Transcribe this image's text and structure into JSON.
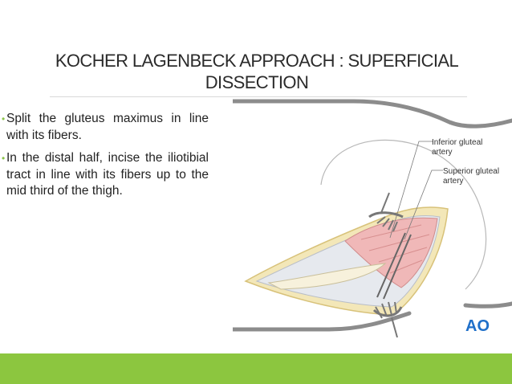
{
  "slide": {
    "title": "KOCHER LAGENBECK APPROACH : SUPERFICIAL DISSECTION",
    "bullets": [
      "Split the gluteus maximus in line with its fibers.",
      "In the distal half, incise the iliotibial tract in line with its fibers up to the mid third of the thigh."
    ],
    "bullet_marker": "•",
    "accent_color": "#8cc63f"
  },
  "figure": {
    "labels": {
      "inferior": [
        "Inferior gluteal",
        "artery"
      ],
      "superior": [
        "Superior gluteal",
        "artery"
      ]
    },
    "logo": "AO",
    "logo_color": "#1f6fc9"
  }
}
